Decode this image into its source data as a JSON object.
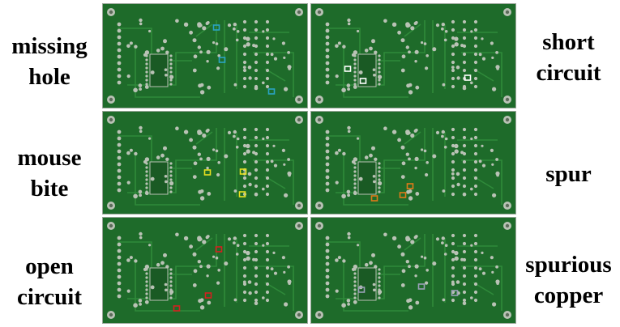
{
  "labels": {
    "missing_hole": [
      "missing",
      "hole"
    ],
    "short_circuit": [
      "short",
      "circuit"
    ],
    "mouse_bite": [
      "mouse",
      "bite"
    ],
    "spur": [
      "spur"
    ],
    "open_circuit": [
      "open",
      "circuit"
    ],
    "spurious_copper": [
      "spurious",
      "copper"
    ]
  },
  "marker_colors": {
    "missing_hole": "#2aa3c4",
    "short_circuit": "#ffffff",
    "mouse_bite": "#e8e020",
    "spur": "#e07a1a",
    "open_circuit": "#d42020",
    "spurious_copper": "#9aa0b8"
  },
  "board_colors": {
    "substrate": "#1e6b2a",
    "trace": "#2f8a3a",
    "pad": "#b9c2b5"
  }
}
